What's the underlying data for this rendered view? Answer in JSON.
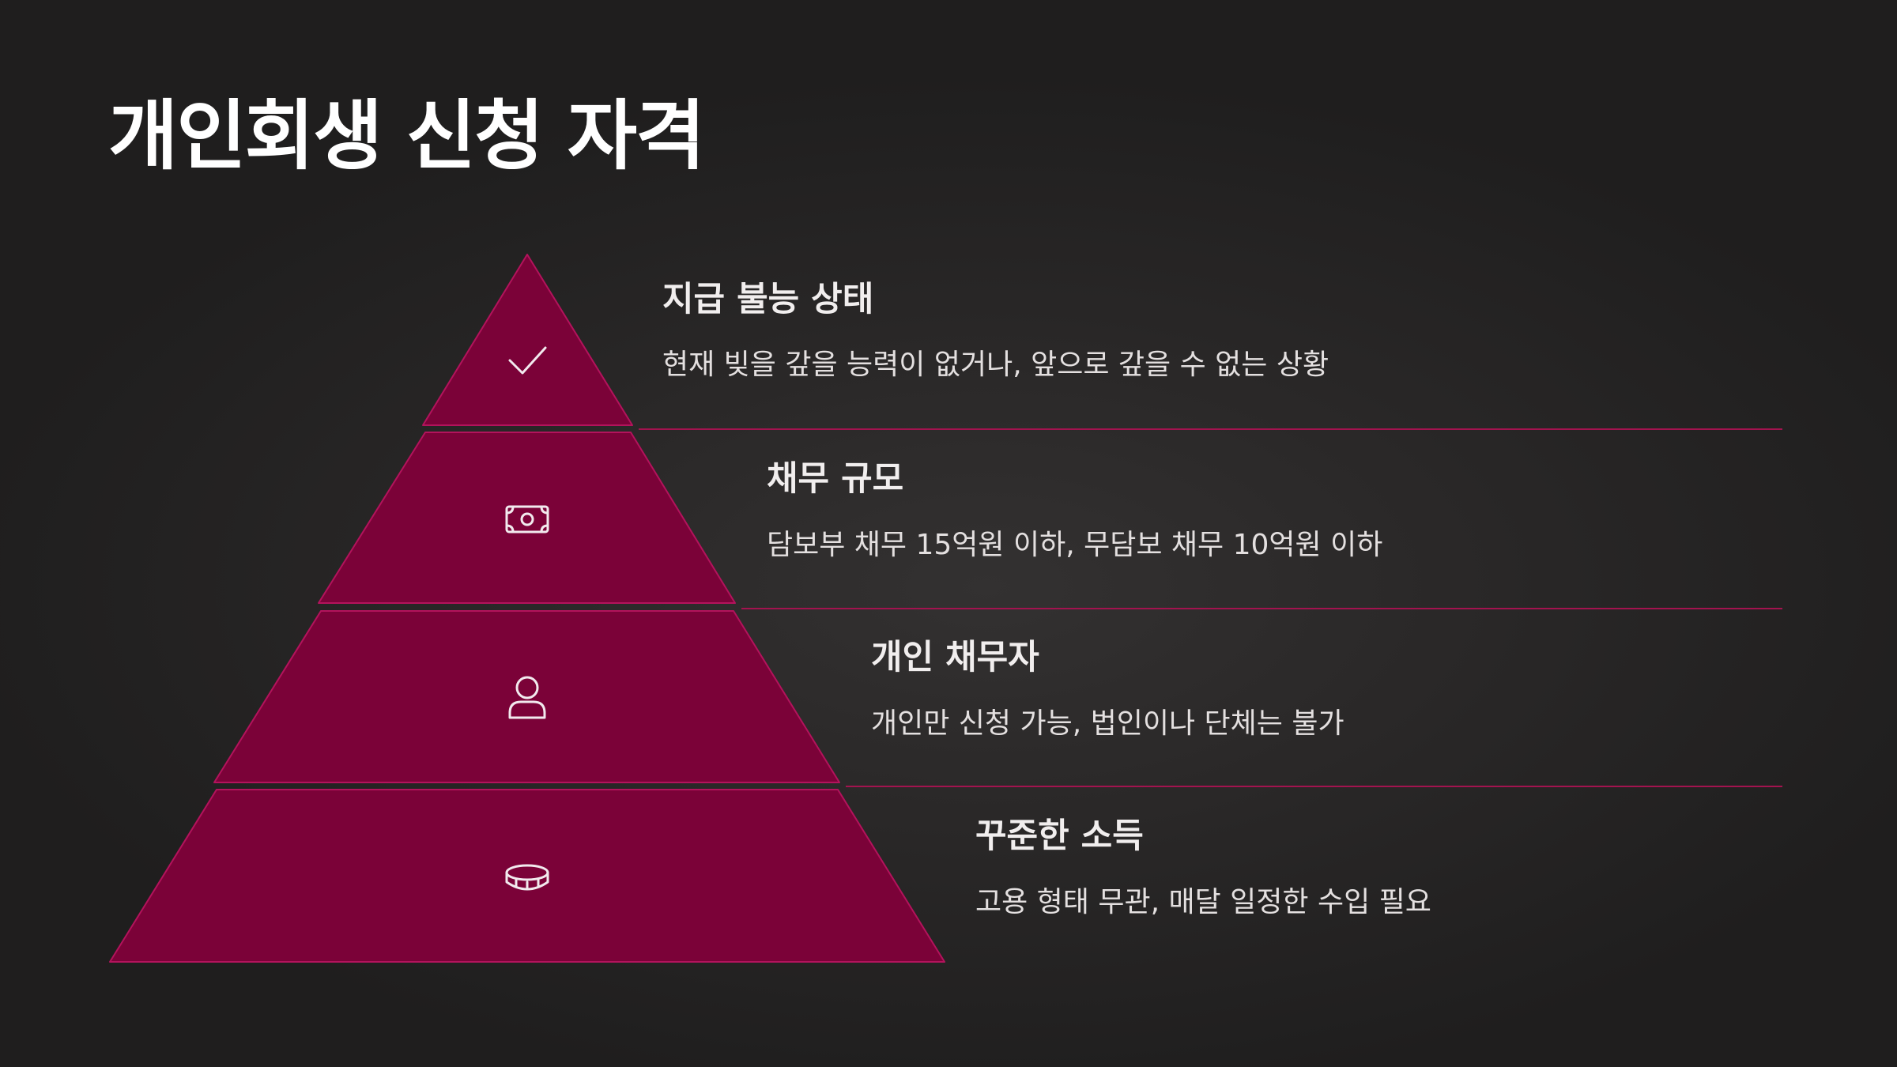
{
  "page": {
    "title": "개인회생 신청 자격"
  },
  "colors": {
    "background": "#2a2828",
    "pyramid_fill": "#7b0238",
    "pyramid_edge": "#b3135c",
    "divider": "#a3134f",
    "title_text": "#ffffff",
    "body_text": "#e4e0e0"
  },
  "levels": [
    {
      "icon": "checkmark-icon",
      "title": "지급 불능 상태",
      "description": "현재 빚을 갚을 능력이 없거나, 앞으로 갚을 수 없는 상황"
    },
    {
      "icon": "banknote-icon",
      "title": "채무 규모",
      "description": "담보부 채무 15억원 이하, 무담보 채무 10억원 이하"
    },
    {
      "icon": "user-icon",
      "title": "개인 채무자",
      "description": "개인만 신청 가능, 법인이나 단체는 불가"
    },
    {
      "icon": "coins-icon",
      "title": "꾸준한 소득",
      "description": "고용 형태 무관, 매달 일정한 수입 필요"
    }
  ]
}
